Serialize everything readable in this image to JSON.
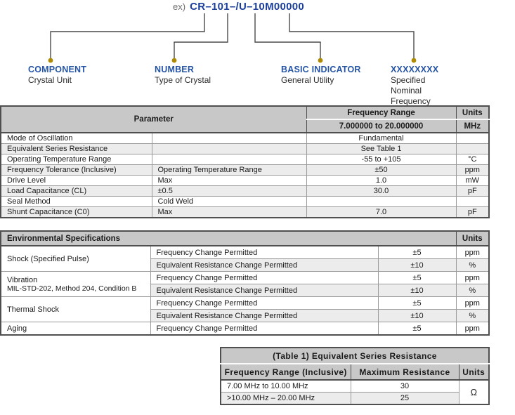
{
  "colors": {
    "accent_blue": "#2454A6",
    "part_number_blue": "#1C3F9B",
    "bullet_gold": "#AD8A00",
    "connector_gray": "#4A4A4A",
    "table_header_gray": "#C8C8C8",
    "row_alt_gray": "#ECECEC",
    "border_dark": "#4F4F4F"
  },
  "diagram": {
    "example_prefix": "ex)",
    "part_number": "CR–101–/U–10M00000",
    "labels": [
      {
        "title": "COMPONENT",
        "desc": "Crystal Unit"
      },
      {
        "title": "NUMBER",
        "desc": "Type of Crystal"
      },
      {
        "title": "BASIC INDICATOR",
        "desc": "General Utility"
      },
      {
        "title": "XXXXXXXX",
        "desc": "Specified Nominal Frequency"
      }
    ]
  },
  "spec_table": {
    "header": {
      "parameter": "Parameter",
      "frequency_range": "Frequency Range",
      "range_value": "7.000000 to 20.000000",
      "units": "Units",
      "units_value": "MHz"
    },
    "rows": [
      {
        "param": "Mode of Oscillation",
        "qualifier": "",
        "value": "Fundamental",
        "unit": ""
      },
      {
        "param": "Equivalent Series Resistance",
        "qualifier": "",
        "value": "See Table 1",
        "unit": ""
      },
      {
        "param": "Operating Temperature Range",
        "qualifier": "",
        "value": "-55 to +105",
        "unit": "°C"
      },
      {
        "param": "Frequency Tolerance (Inclusive)",
        "qualifier": "Operating Temperature Range",
        "value": "±50",
        "unit": "ppm"
      },
      {
        "param": "Drive Level",
        "qualifier": "Max",
        "value": "1.0",
        "unit": "mW"
      },
      {
        "param": "Load Capacitance (CL)",
        "qualifier": "±0.5",
        "value": "30.0",
        "unit": "pF"
      },
      {
        "param": "Seal Method",
        "qualifier": "Cold Weld",
        "value": "",
        "unit": ""
      },
      {
        "param": "Shunt Capacitance (C0)",
        "qualifier": "Max",
        "value": "7.0",
        "unit": "pF"
      }
    ]
  },
  "env_table": {
    "title": "Environmental Specifications",
    "units_header": "Units",
    "groups": [
      {
        "label": "Shock (Specified Pulse)",
        "label2": "",
        "rows": [
          {
            "test": "Frequency Change Permitted",
            "value": "±5",
            "unit": "ppm"
          },
          {
            "test": "Equivalent Resistance Change Permitted",
            "value": "±10",
            "unit": "%"
          }
        ]
      },
      {
        "label": "Vibration",
        "label2": "MIL-STD-202, Method 204, Condition B",
        "rows": [
          {
            "test": "Frequency Change Permitted",
            "value": "±5",
            "unit": "ppm"
          },
          {
            "test": "Equivalent Resistance Change Permitted",
            "value": "±10",
            "unit": "%"
          }
        ]
      },
      {
        "label": "Thermal Shock",
        "label2": "",
        "rows": [
          {
            "test": "Frequency Change Permitted",
            "value": "±5",
            "unit": "ppm"
          },
          {
            "test": "Equivalent Resistance Change Permitted",
            "value": "±10",
            "unit": "%"
          }
        ]
      },
      {
        "label": "Aging",
        "label2": "",
        "rows": [
          {
            "test": "Frequency Change Permitted",
            "value": "±5",
            "unit": "ppm"
          }
        ]
      }
    ]
  },
  "esr_table": {
    "title": "(Table 1) Equivalent Series Resistance",
    "col_range": "Frequency Range (Inclusive)",
    "col_resistance": "Maximum Resistance",
    "col_units": "Units",
    "rows": [
      {
        "range": "7.00 MHz to 10.00 MHz",
        "resistance": "30"
      },
      {
        "range": ">10.00 MHz – 20.00 MHz",
        "resistance": "25"
      }
    ],
    "unit": "Ω"
  }
}
